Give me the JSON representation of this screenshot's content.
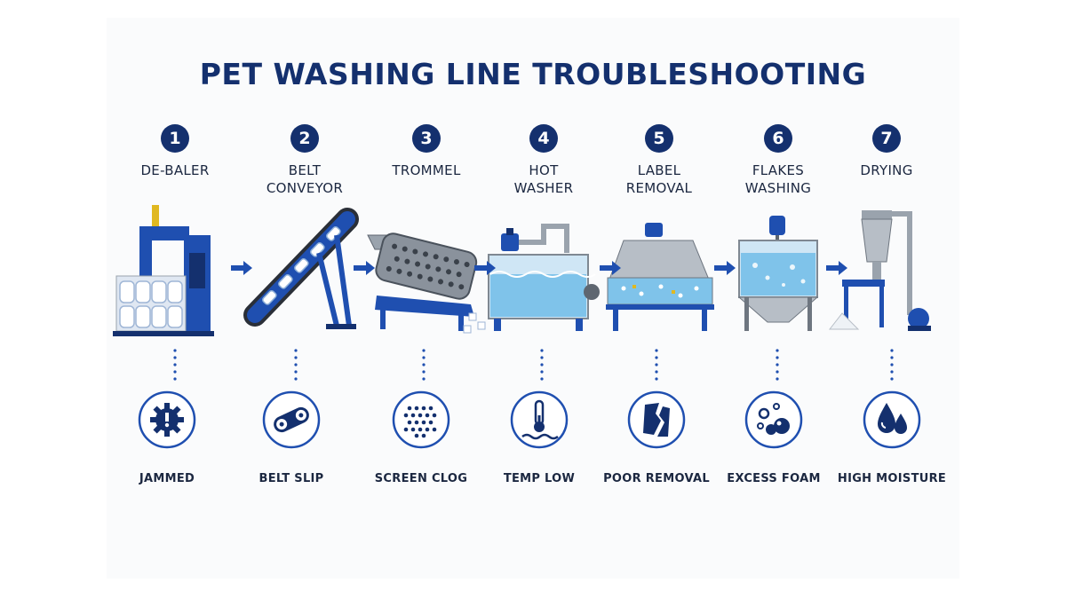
{
  "title": "PET WASHING LINE TROUBLESHOOTING",
  "colors": {
    "primary": "#1f4fb0",
    "dark": "#14306e",
    "water": "#7fc3ea",
    "steel": "#9aa3ad"
  },
  "stages": [
    {
      "number": "1",
      "label": "DE-BALER",
      "machine": "debaler-machine",
      "issue": "JAMMED",
      "issue_icon": "gear-warning-icon"
    },
    {
      "number": "2",
      "label": "BELT\nCONVEYOR",
      "machine": "belt-conveyor-machine",
      "issue": "BELT SLIP",
      "issue_icon": "belt-pulley-icon"
    },
    {
      "number": "3",
      "label": "TROMMEL",
      "machine": "trommel-machine",
      "issue": "SCREEN CLOG",
      "issue_icon": "screen-dots-icon"
    },
    {
      "number": "4",
      "label": "HOT\nWASHER",
      "machine": "hot-washer-machine",
      "issue": "TEMP LOW",
      "issue_icon": "thermometer-icon"
    },
    {
      "number": "5",
      "label": "LABEL\nREMOVAL",
      "machine": "label-removal-machine",
      "issue": "POOR REMOVAL",
      "issue_icon": "torn-label-icon"
    },
    {
      "number": "6",
      "label": "FLAKES\nWASHING",
      "machine": "flakes-washing-machine",
      "issue": "EXCESS FOAM",
      "issue_icon": "foam-bubbles-icon"
    },
    {
      "number": "7",
      "label": "DRYING",
      "machine": "drying-machine",
      "issue": "HIGH MOISTURE",
      "issue_icon": "water-drops-icon"
    }
  ]
}
